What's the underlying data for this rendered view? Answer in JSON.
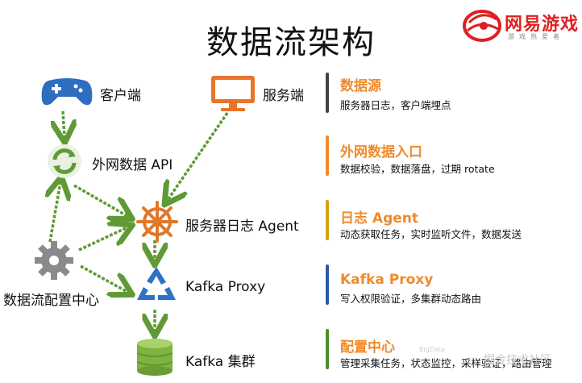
{
  "title": "数据流架构",
  "logo": {
    "name": "网易游戏",
    "tagline": "游戏热爱者"
  },
  "nodes": {
    "client": "客户端",
    "server": "服务端",
    "external_api": "外网数据 API",
    "log_agent": "服务器日志 Agent",
    "config_center": "数据流配置中心",
    "kafka_proxy": "Kafka Proxy",
    "kafka_cluster": "Kafka 集群"
  },
  "legend": [
    {
      "title": "数据源",
      "desc": "服务器日志，客户端埋点",
      "color": "#444444"
    },
    {
      "title": "外网数据入口",
      "desc": "数据校验，数据落盘，过期 rotate",
      "color": "#f08a2c"
    },
    {
      "title": "日志 Agent",
      "desc": "动态获取任务，实时监听文件，数据发送",
      "color": "#d4a017"
    },
    {
      "title": "Kafka Proxy",
      "desc": "写入权限验证，多集群动态路由",
      "color": "#2b5aa8"
    },
    {
      "title": "配置中心",
      "desc": "管理采集任务，状态监控，采样验证，路由管理",
      "color": "#4e8a2e"
    }
  ],
  "watermark": {
    "text": "掘金技术社区",
    "small": "BigData"
  },
  "colors": {
    "arrow": "#5f9a35",
    "legend_title": "#f08a2c",
    "logo": "#e02020"
  }
}
